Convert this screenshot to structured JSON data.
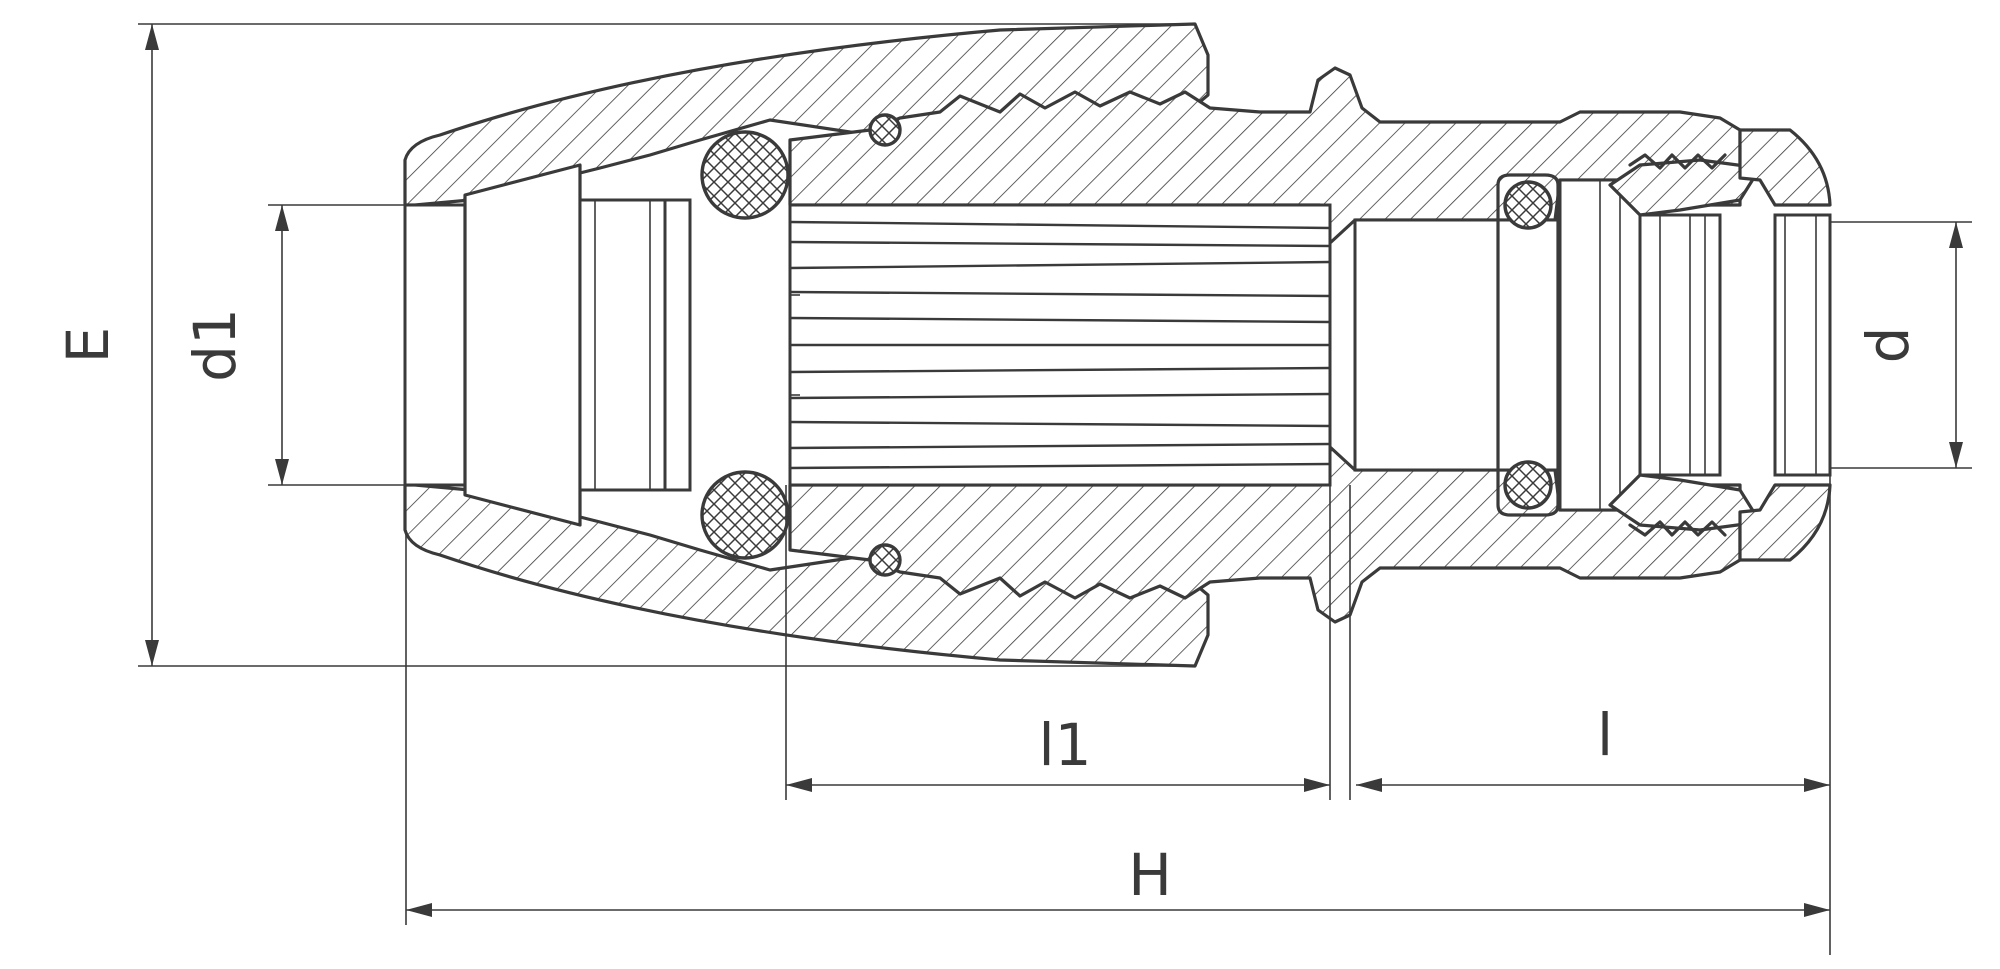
{
  "diagram": {
    "labels": {
      "E": "E",
      "d1": "d1",
      "d": "d",
      "l1": "l1",
      "l": "l",
      "H": "H"
    },
    "colors": {
      "line": "#3a3a3a",
      "background": "#ffffff"
    }
  }
}
